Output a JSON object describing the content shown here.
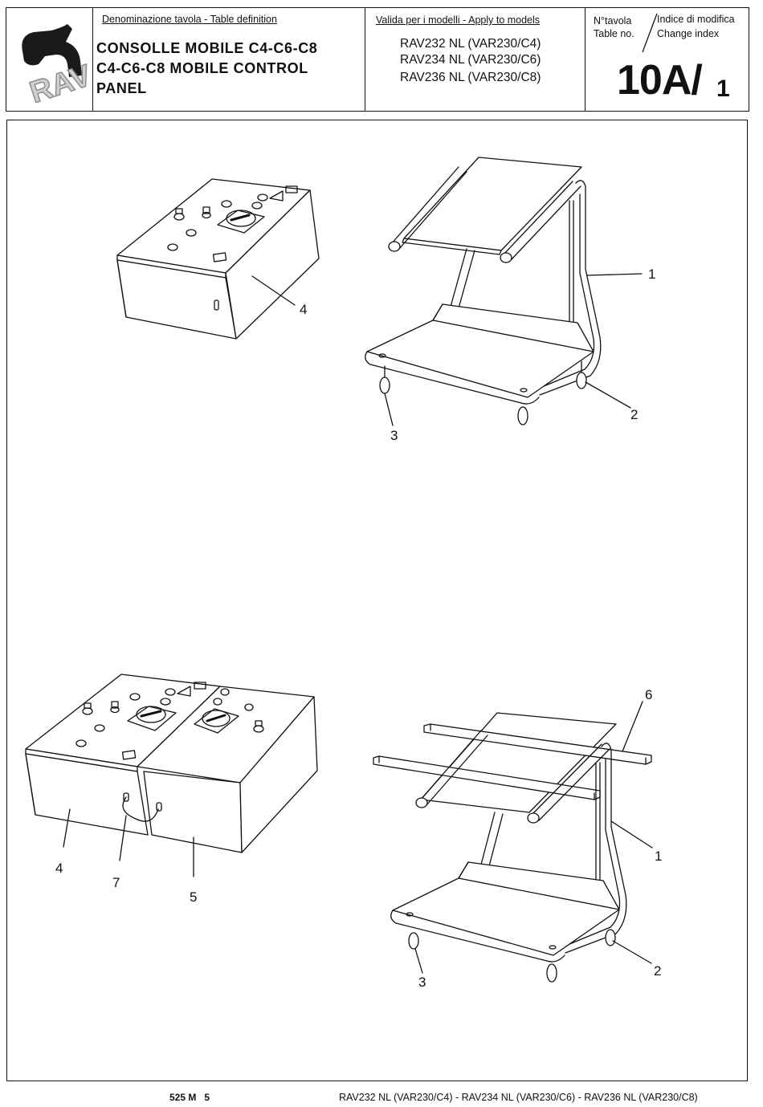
{
  "header": {
    "definition_label": "Denominazione tavola - Table definition",
    "title_lines": [
      "CONSOLLE MOBILE C4-C6-C8",
      "C4-C6-C8 MOBILE CONTROL",
      "PANEL"
    ],
    "valid_label": "Valida per i modelli - Apply to models",
    "models": [
      "RAV232 NL (VAR230/C4)",
      "RAV234 NL (VAR230/C6)",
      "RAV236 NL (VAR230/C8)"
    ],
    "table_label": [
      "N°tavola",
      "Table no."
    ],
    "change_label": [
      "Indice di modifica",
      "Change index"
    ],
    "table_number": "10A/",
    "change_index": "1",
    "logo_text": "RAV"
  },
  "callouts": {
    "top": [
      "4",
      "1",
      "2",
      "3"
    ],
    "bottom": [
      "6",
      "1",
      "2",
      "3",
      "4",
      "7",
      "5"
    ]
  },
  "footer": {
    "code": "525 M   5",
    "models": "RAV232 NL (VAR230/C4) - RAV234 NL (VAR230/C6) - RAV236 NL (VAR230/C8)"
  }
}
